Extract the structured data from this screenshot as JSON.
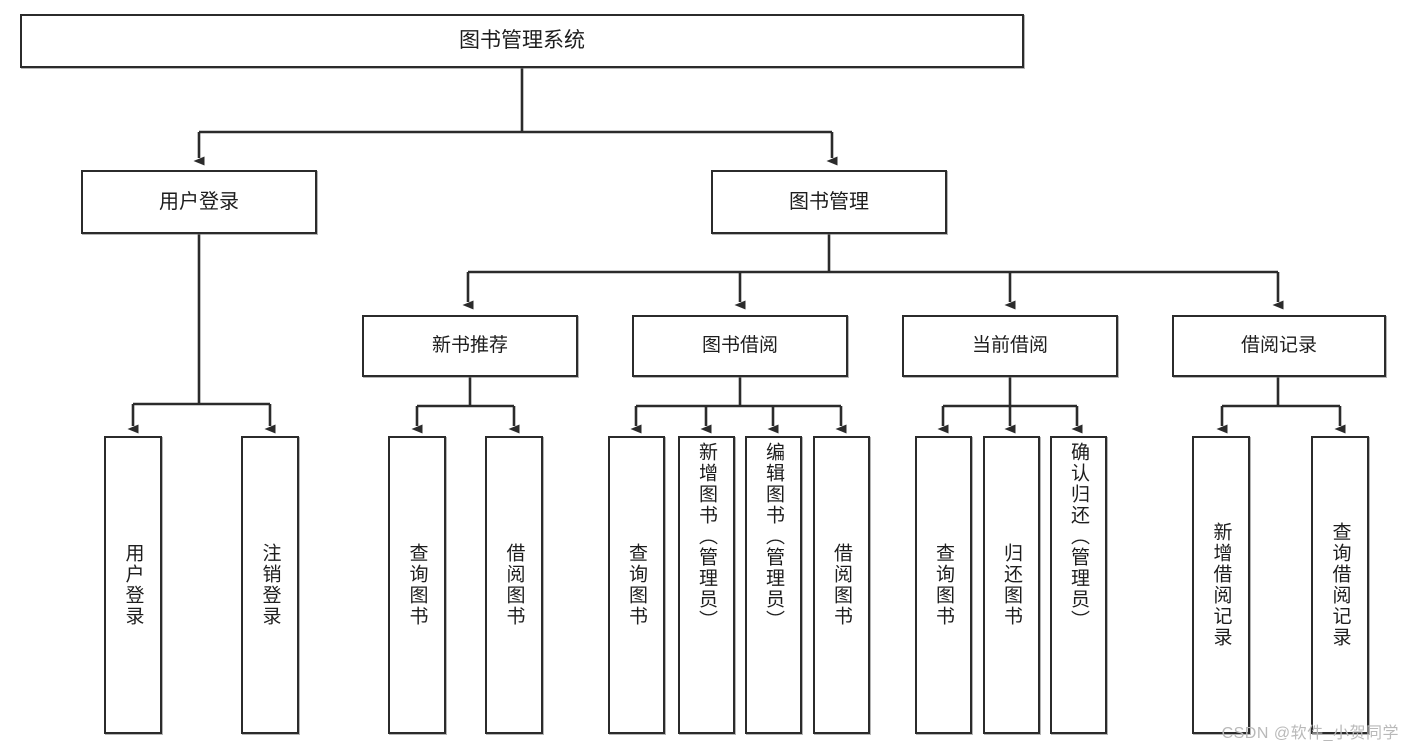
{
  "diagram": {
    "title": "图书管理系统",
    "type": "tree-hierarchy",
    "watermark": "CSDN @软件_小贺同学",
    "colors": {
      "box_border": "#2b2b2b",
      "box_fill": "#ffffff",
      "connector": "#2b2b2b",
      "text": "#1d1d1d",
      "watermark": "#b9b9b9"
    },
    "root": {
      "label": "图书管理系统"
    },
    "level2": [
      {
        "id": "user-login",
        "label": "用户登录"
      },
      {
        "id": "book-manage",
        "label": "图书管理"
      }
    ],
    "level3": [
      {
        "id": "new-book-rec",
        "label": "新书推荐"
      },
      {
        "id": "book-borrow",
        "label": "图书借阅"
      },
      {
        "id": "current-borrow",
        "label": "当前借阅"
      },
      {
        "id": "borrow-record",
        "label": "借阅记录"
      }
    ],
    "leaves": {
      "user_login": [
        {
          "id": "leaf-user-login",
          "label": "用户登录"
        },
        {
          "id": "leaf-logout",
          "label": "注销登录"
        }
      ],
      "new_book_rec": [
        {
          "id": "leaf-query-book-1",
          "label": "查询图书"
        },
        {
          "id": "leaf-borrow-book-1",
          "label": "借阅图书"
        }
      ],
      "book_borrow": [
        {
          "id": "leaf-query-book-2",
          "label": "查询图书"
        },
        {
          "id": "leaf-add-book",
          "label": "新增图书（管理员）"
        },
        {
          "id": "leaf-edit-book",
          "label": "编辑图书（管理员）"
        },
        {
          "id": "leaf-borrow-book-2",
          "label": "借阅图书"
        }
      ],
      "current_borrow": [
        {
          "id": "leaf-query-book-3",
          "label": "查询图书"
        },
        {
          "id": "leaf-return-book",
          "label": "归还图书"
        },
        {
          "id": "leaf-confirm-return",
          "label": "确认归还（管理员）"
        }
      ],
      "borrow_record": [
        {
          "id": "leaf-add-record",
          "label": "新增借阅记录"
        },
        {
          "id": "leaf-query-record",
          "label": "查询借阅记录"
        }
      ]
    }
  }
}
